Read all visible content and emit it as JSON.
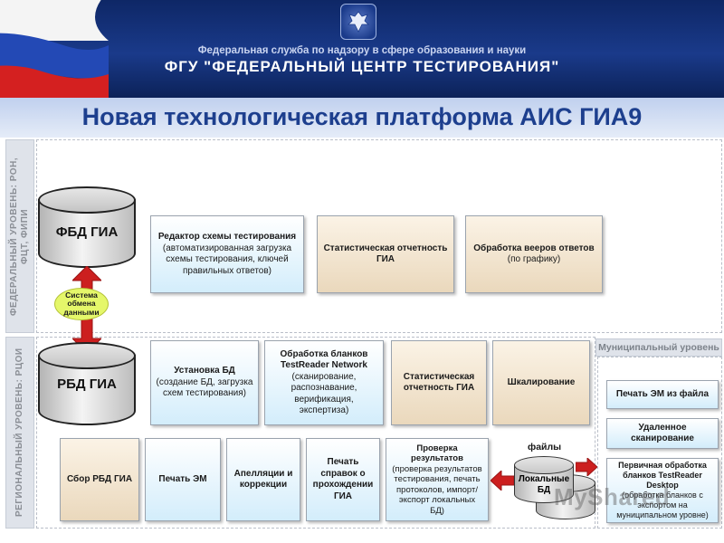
{
  "header": {
    "agency": "Федеральная служба по надзору в сфере образования и науки",
    "organization": "ФГУ \"ФЕДЕРАЛЬНЫЙ ЦЕНТР ТЕСТИРОВАНИЯ\"",
    "title": "Новая технологическая платформа АИС ГИА9"
  },
  "levels": {
    "federal": "ФЕДЕРАЛЬНЫЙ УРОВЕНЬ: РОН, ФЦТ, ФИПИ",
    "regional": "РЕГИОНАЛЬНЫЙ УРОВЕНЬ: РЦОИ",
    "municipal": "Муниципальный уровень"
  },
  "databases": {
    "federal_db": "ФБД ГИА",
    "regional_db": "РБД ГИА",
    "local_db": "Локальные БД"
  },
  "exchange_label": "Система обмена данными",
  "files_label": "файлы",
  "federal_boxes": [
    {
      "title": "Редактор схемы тестирования",
      "desc": "(автоматизированная загрузка схемы тестирования, ключей правильных ответов)"
    },
    {
      "title": "Статистическая отчетность ГИА",
      "desc": ""
    },
    {
      "title": "Обработка вееров ответов",
      "desc": "(по графику)"
    }
  ],
  "regional_row1": [
    {
      "title": "Установка БД",
      "desc": "(создание БД, загрузка схем тестирования)"
    },
    {
      "title": "Обработка бланков TestReader Network",
      "desc": "(сканирование, распознавание, верификация, экспертиза)"
    },
    {
      "title": "Статистическая отчетность ГИА",
      "desc": ""
    },
    {
      "title": "Шкалирование",
      "desc": ""
    }
  ],
  "regional_row2": [
    {
      "title": "Сбор РБД ГИА",
      "desc": ""
    },
    {
      "title": "Печать ЭМ",
      "desc": ""
    },
    {
      "title": "Апелляции и коррекции",
      "desc": ""
    },
    {
      "title": "Печать справок о прохождении ГИА",
      "desc": ""
    },
    {
      "title": "Проверка результатов",
      "desc": "(проверка результатов тестирования, печать протоколов, импорт/экспорт локальных БД)"
    }
  ],
  "municipal_boxes": [
    {
      "title": "Печать ЭМ из файла",
      "desc": ""
    },
    {
      "title": "Удаленное сканирование",
      "desc": ""
    },
    {
      "title": "Первичная обработка бланков TestReader Desktop",
      "desc": "(обработка бланков с экспортом на муниципальном уровне)"
    }
  ],
  "watermark": "MyShared",
  "colors": {
    "header_bg": "#1a3a8a",
    "title_text": "#1d3f8e",
    "box_blue": "#d3edfb",
    "box_tan": "#ead8bc",
    "arrow_red": "#cc1f1f",
    "exchange_bubble": "#e5f76a"
  }
}
